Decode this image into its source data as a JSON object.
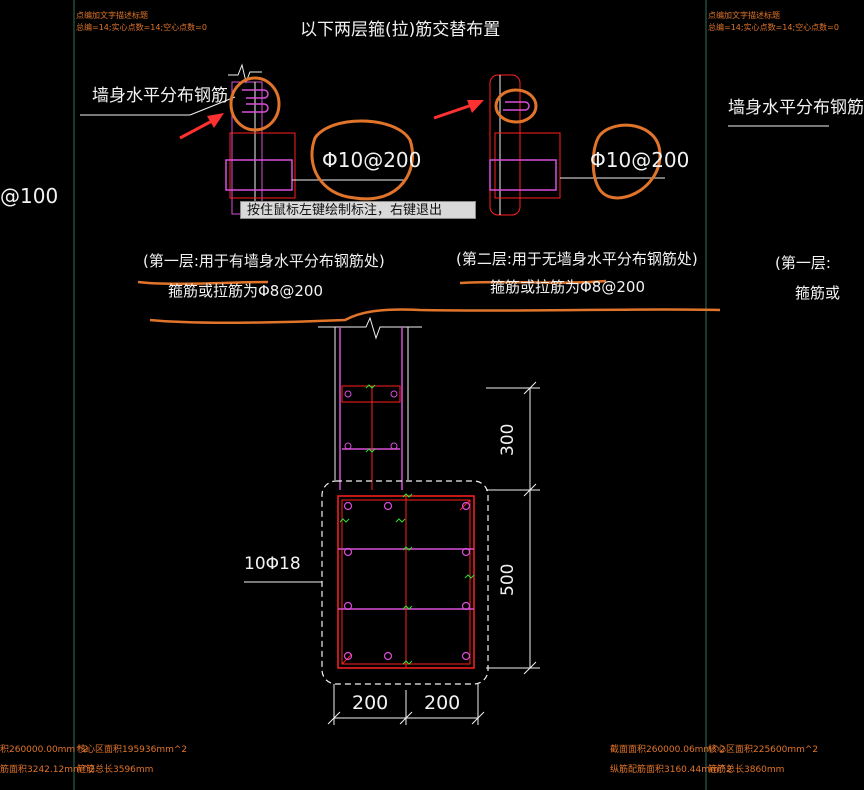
{
  "title": "以下两层箍(拉)筋交替布置",
  "tooltip": "按住鼠标左键绘制标注，右键退出",
  "left_label": "墙身水平分布钢筋",
  "right_label": "墙身水平分布钢筋",
  "left_rebar": "Φ10@200",
  "right_rebar": "Φ10@200",
  "far_left_rebar": "@100",
  "layer1_line1": "(第一层:用于有墙身水平分布钢筋处)",
  "layer1_line2": "箍筋或拉筋为Φ8@200",
  "layer2_line1": "(第二层:用于无墙身水平分布钢筋处)",
  "layer2_line2": "箍筋或拉筋为Φ8@200",
  "far_right_line1": "(第一层:",
  "far_right_line2": "箍筋或",
  "main_rebar": "10Φ18",
  "dim_300": "300",
  "dim_500": "500",
  "dim_200_left": "200",
  "dim_200_right": "200",
  "header_left_line1": "点编加文字描述标题",
  "header_left_line2": "总编=14;实心点数=14;空心点数=0",
  "header_right_line1": "点编加文字描述标题",
  "header_right_line2": "总编=14;实心点数=14;空心点数=0",
  "bottom_left_1": "积260000.00mm^2",
  "bottom_left_2": "筋面积3242.12mm^2",
  "bottom_mid_1": "核心区面积195936mm^2",
  "bottom_mid_2": "箍筋总长3596mm",
  "bottom_right_1": "截面面积260000.06mm^2",
  "bottom_right_2": "纵筋配筋面积3160.44mm^2",
  "bottom_far_1": "核心区面积225600mm^2",
  "bottom_far_2": "箍筋总长3860mm",
  "colors": {
    "background": "#000000",
    "white": "#f2f2f2",
    "orange": "#e0742a",
    "red": "#ff2020",
    "magenta": "#d84fd8",
    "green": "#30e030",
    "grid": "#1f4a3a"
  }
}
